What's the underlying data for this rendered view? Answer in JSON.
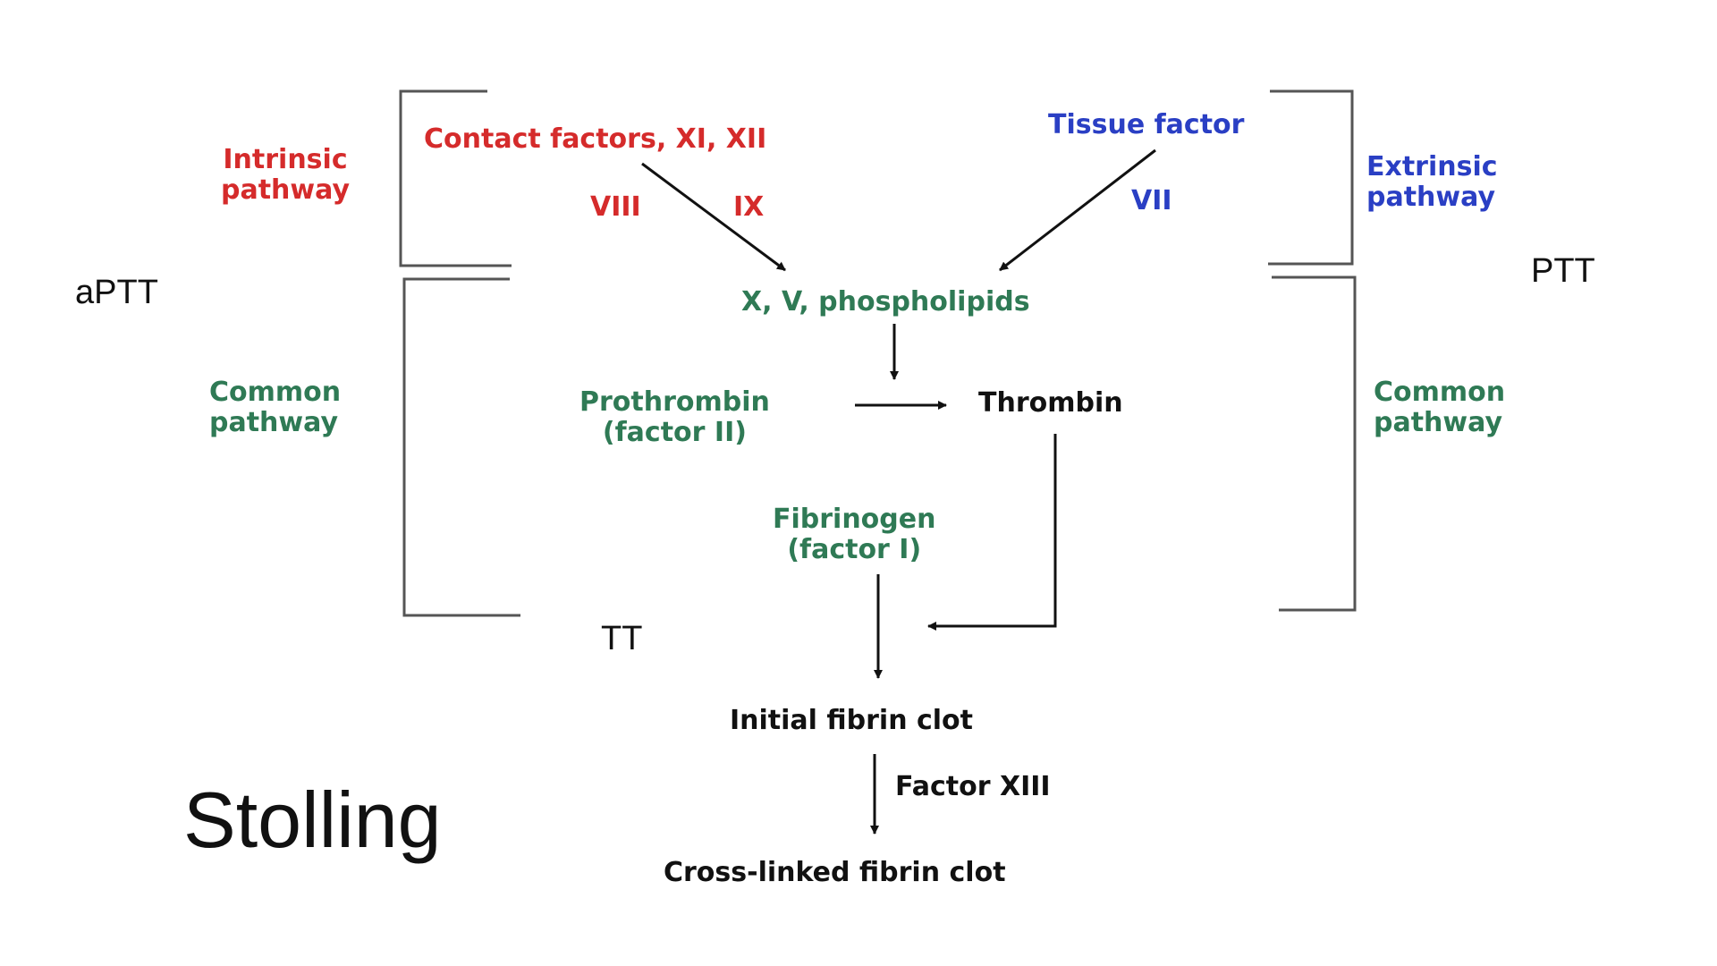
{
  "labels": {
    "intrinsic": [
      "Intrinsic",
      "pathway"
    ],
    "extrinsic": [
      "Extrinsic",
      "pathway"
    ],
    "common_left": [
      "Common",
      "pathway"
    ],
    "common_right": [
      "Common",
      "pathway"
    ],
    "aptt": "aPTT",
    "ptt": "PTT",
    "tt": "TT",
    "stolling": "Stolling"
  },
  "nodes": {
    "contact_factors": "Contact factors, XI, XII",
    "viii": "VIII",
    "ix": "IX",
    "tissue_factor": "Tissue factor",
    "vii": "VII",
    "x_v": "X, V, phospholipids",
    "prothrombin": [
      "Prothrombin",
      "(factor II)"
    ],
    "thrombin": "Thrombin",
    "fibrinogen": [
      "Fibrinogen",
      "(factor I)"
    ],
    "initial_clot": "Initial fibrin clot",
    "factor_xiii": "Factor XIII",
    "crosslinked_clot": "Cross-linked fibrin clot"
  },
  "colors": {
    "intrinsic": "#d52b2b",
    "extrinsic": "#2a3fc4",
    "common": "#2f7a55",
    "neutral": "#111111",
    "bracket": "#555555"
  }
}
